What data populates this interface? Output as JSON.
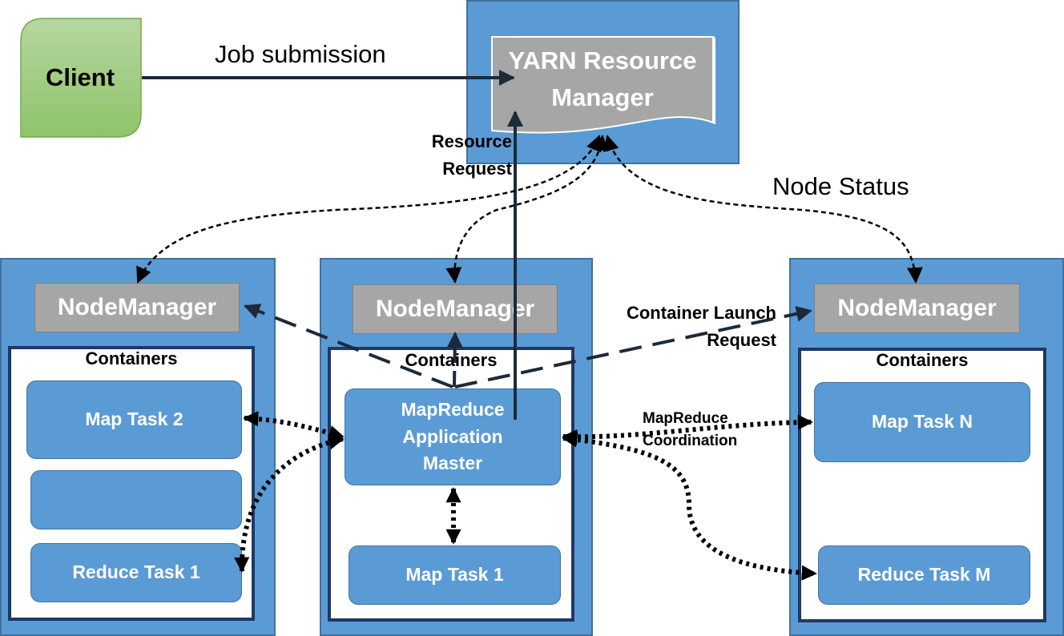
{
  "client": "Client",
  "resource_manager": {
    "line1": "YARN Resource",
    "line2": "Manager"
  },
  "edges": {
    "job_submission": "Job submission",
    "resource_request_1": "Resource",
    "resource_request_2": "Request",
    "node_status": "Node Status",
    "container_launch_1": "Container Launch",
    "container_launch_2": "Request",
    "mr_coord_1": "MapReduce",
    "mr_coord_2": "Coordination"
  },
  "nodes": {
    "left": {
      "manager": "NodeManager",
      "containers": "Containers",
      "task_a": "Map Task 2",
      "task_c": "Reduce Task 1"
    },
    "middle": {
      "manager": "NodeManager",
      "containers": "Containers",
      "am_1": "MapReduce",
      "am_2": "Application",
      "am_3": "Master",
      "task": "Map Task 1"
    },
    "right": {
      "manager": "NodeManager",
      "containers": "Containers",
      "task_a": "Map Task N",
      "task_b": "Reduce Task M"
    }
  },
  "colors": {
    "node_fill": "#5b9bd5",
    "manager_fill": "#a6a6a6",
    "container_border": "#1f3864",
    "client_fill": "#a9d18e"
  }
}
